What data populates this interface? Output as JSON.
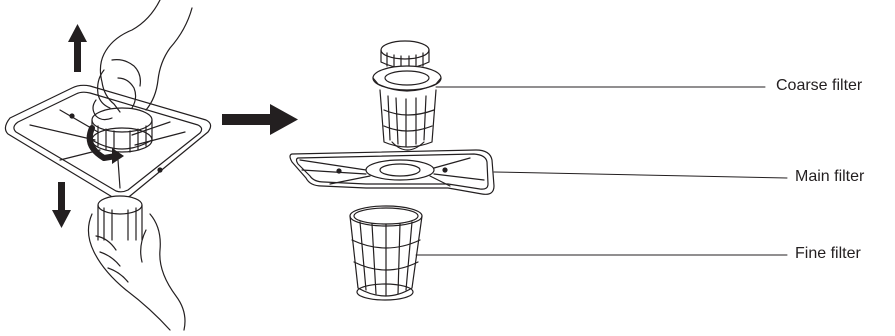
{
  "labels": {
    "coarse": "Coarse filter",
    "main": "Main filter",
    "fine": "Fine filter"
  },
  "colors": {
    "line": "#231f20",
    "fill": "#ffffff"
  }
}
